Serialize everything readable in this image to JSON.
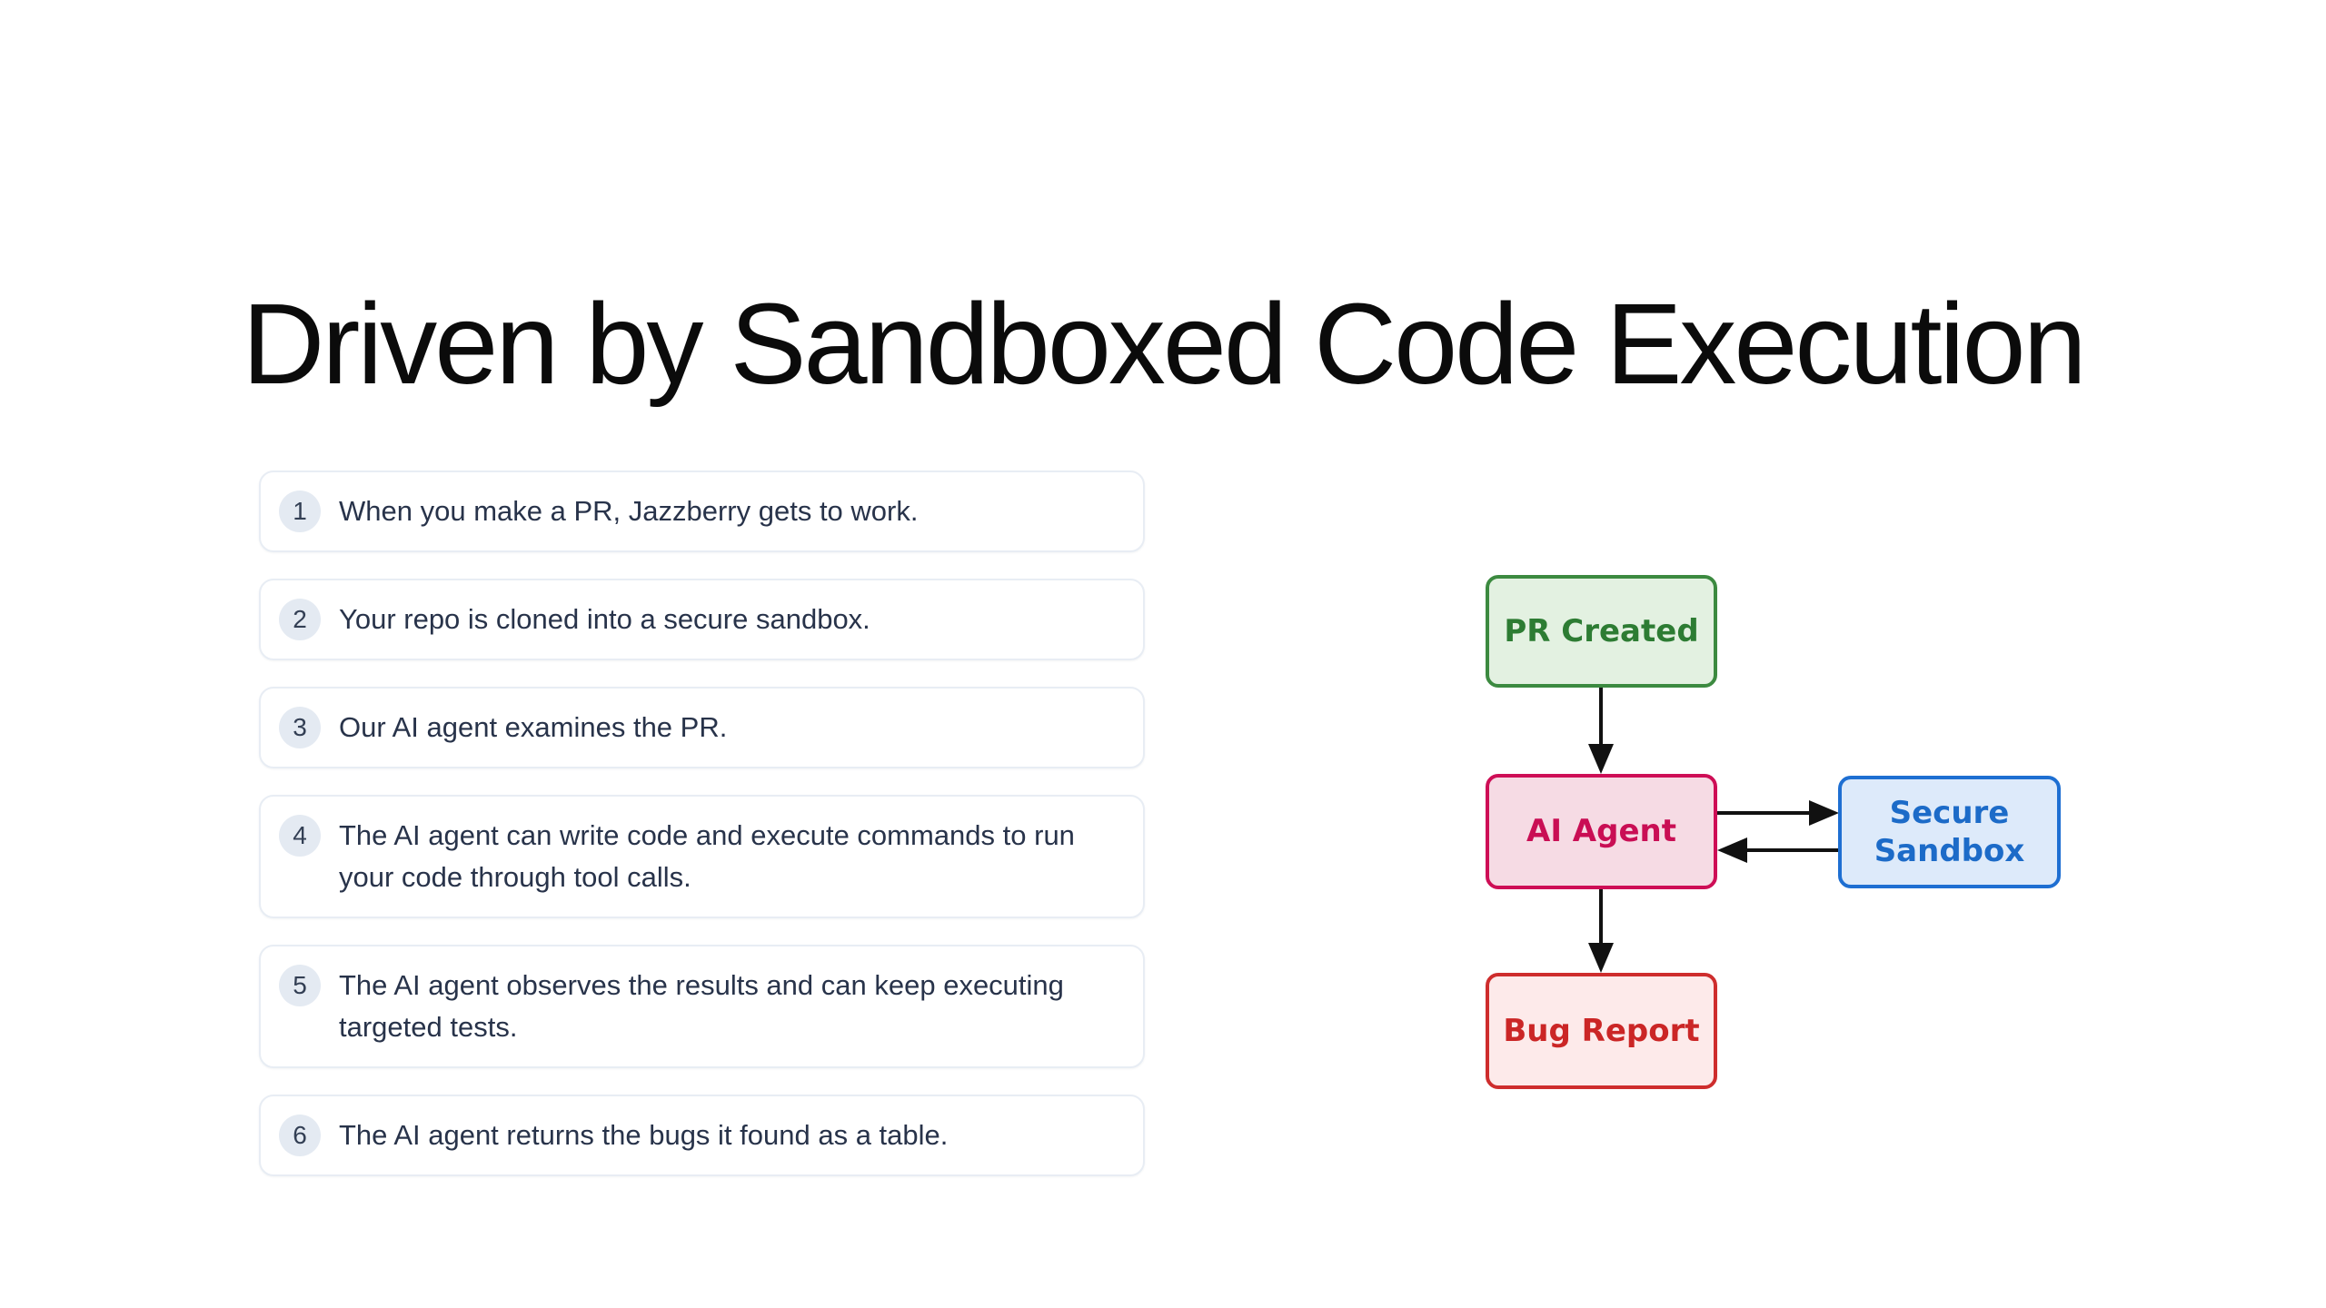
{
  "slide": {
    "title": "Driven by Sandboxed Code Execution"
  },
  "steps": [
    {
      "number": "1",
      "text": "When you make a PR, Jazzberry gets to work."
    },
    {
      "number": "2",
      "text": "Your repo is cloned into a secure sandbox."
    },
    {
      "number": "3",
      "text": "Our AI agent examines the PR."
    },
    {
      "number": "4",
      "text": "The AI agent can write code and execute commands to run your code through tool calls."
    },
    {
      "number": "5",
      "text": "The AI agent observes the results and can keep executing targeted tests."
    },
    {
      "number": "6",
      "text": "The AI agent returns the bugs it found as a table."
    }
  ],
  "flowchart": {
    "nodes": [
      {
        "label": "PR Created",
        "fill": "#e3f1e1",
        "border": "#3c8a40",
        "text": "#2d7c33"
      },
      {
        "label": "AI Agent",
        "fill": "#f6dbe4",
        "border": "#ce0e56",
        "text": "#c90e54"
      },
      {
        "label": "Secure Sandbox",
        "fill": "#ddeafa",
        "border": "#1e6fd2",
        "text": "#1c6bc8"
      },
      {
        "label": "Bug Report",
        "fill": "#fdeaea",
        "border": "#ce2d2d",
        "text": "#cb2626"
      }
    ],
    "edges": [
      {
        "from": "PR Created",
        "to": "AI Agent"
      },
      {
        "from": "AI Agent",
        "to": "Secure Sandbox"
      },
      {
        "from": "Secure Sandbox",
        "to": "AI Agent"
      },
      {
        "from": "AI Agent",
        "to": "Bug Report"
      }
    ],
    "arrow_color": "#111111"
  },
  "theme": {
    "background": "#ffffff",
    "title_color": "#0b0b0b",
    "card_border": "#e8edf4",
    "badge_bg": "#e4eaf2",
    "badge_text": "#333f54",
    "step_text": "#28334a"
  }
}
